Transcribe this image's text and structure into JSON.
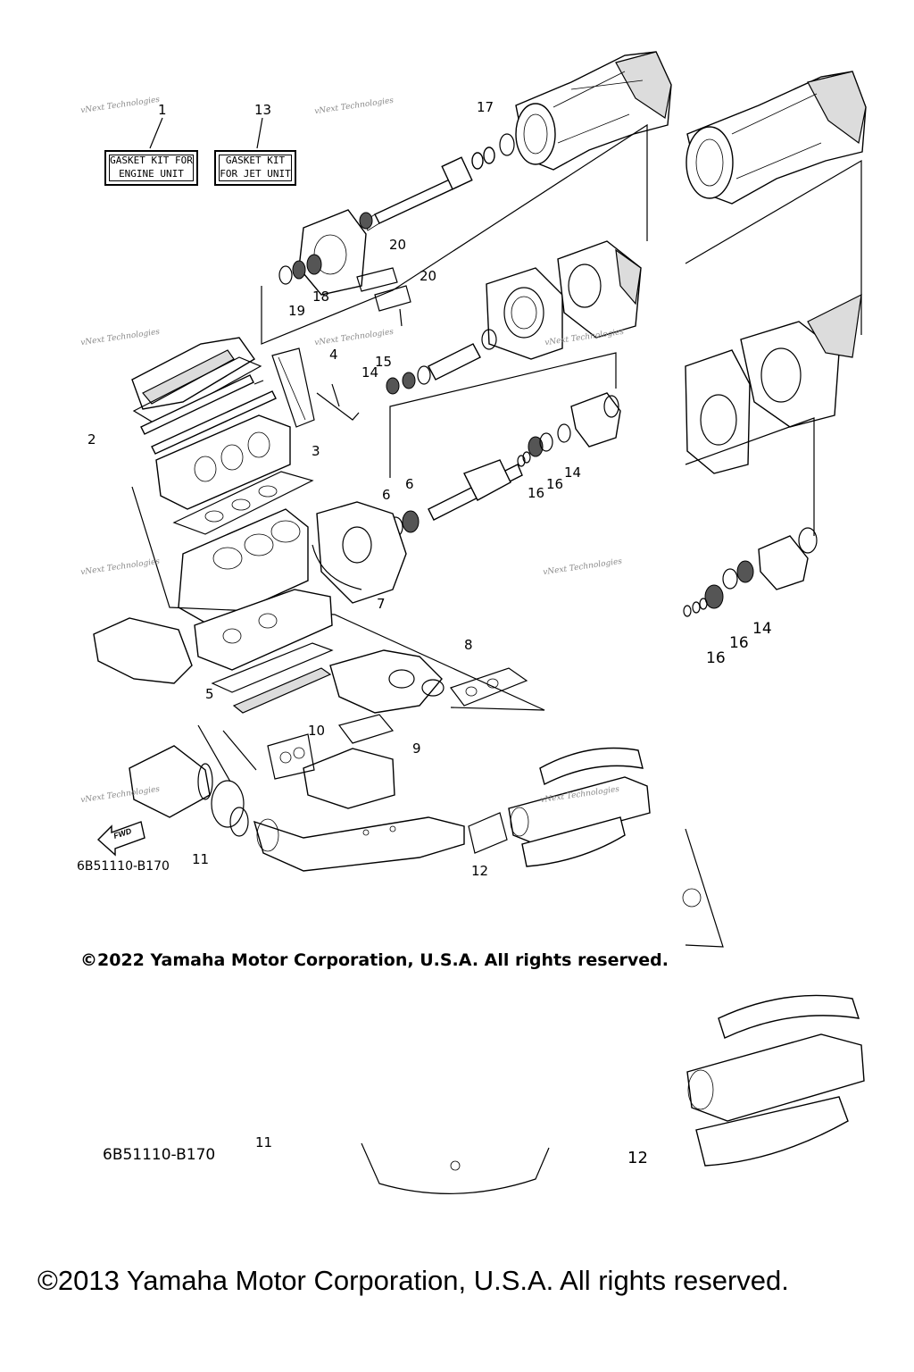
{
  "kits": {
    "engine": {
      "number": "1",
      "line1": "GASKET KIT FOR",
      "line2": "ENGINE UNIT"
    },
    "jet": {
      "number": "13",
      "line1": "GASKET KIT",
      "line2": "FOR JET UNIT"
    }
  },
  "callouts": [
    "17",
    "20",
    "20",
    "18",
    "19",
    "4",
    "15",
    "14",
    "2",
    "3",
    "14",
    "16",
    "16",
    "6",
    "6",
    "7",
    "8",
    "5",
    "10",
    "9",
    "11",
    "12"
  ],
  "callouts_lower": [
    "14",
    "16",
    "16"
  ],
  "fwd_label": "FWD",
  "diagram_code": "6B51110-B170",
  "copyright_2022": "©2022 Yamaha Motor Corporation, U.S.A. All rights reserved.",
  "lower": {
    "diagram_code": "6B51110-B170",
    "num_11": "11",
    "num_12": "12",
    "copyright_2013": "©2013 Yamaha Motor Corporation, U.S.A. All rights reserved."
  },
  "watermark": "vNext Technologies"
}
